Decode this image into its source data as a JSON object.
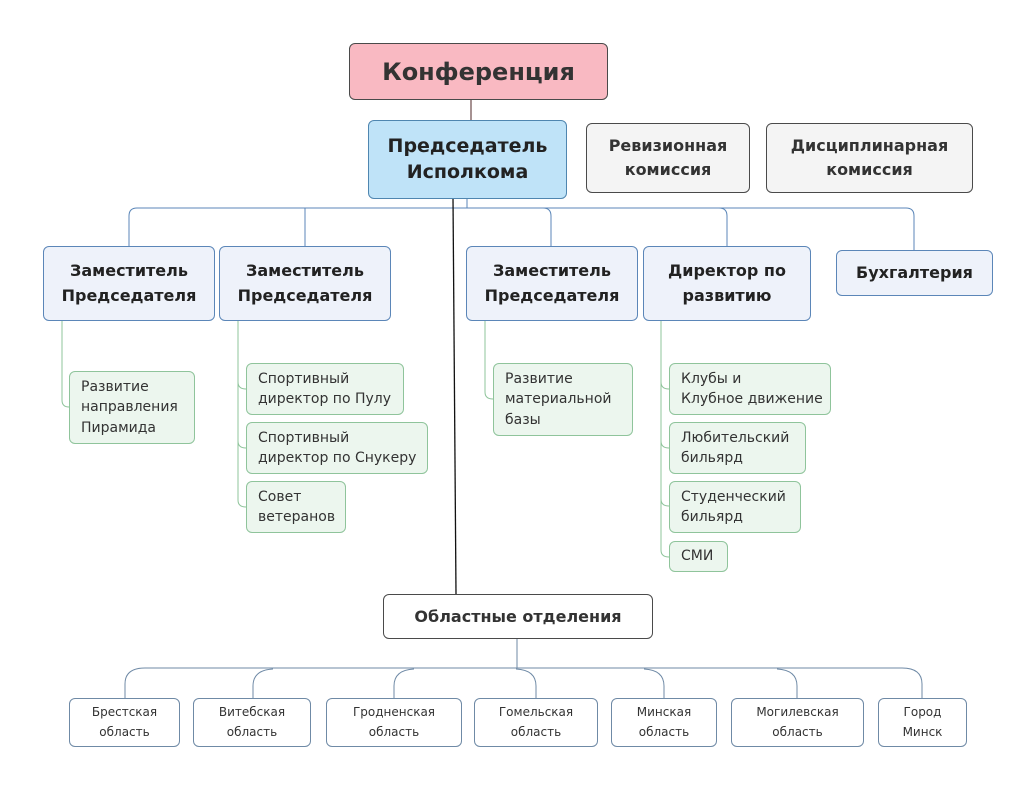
{
  "root": "Конференция",
  "chair": "Председатель\nИсполкома",
  "commissions": [
    "Ревизионная\nкомиссия",
    "Дисциплинарная\nкомиссия"
  ],
  "departments": [
    {
      "label": "Заместитель\nПредседателя",
      "children": [
        "Развитие\nнаправления\nПирамида"
      ]
    },
    {
      "label": "Заместитель\nПредседателя",
      "children": [
        "Спортивный\n директор по Пулу",
        "Спортивный\n директор по Снукеру",
        "Совет\nветеранов"
      ]
    },
    {
      "label": "Заместитель\nПредседателя",
      "children": [
        "Развитие\nматериальной\nбазы"
      ]
    },
    {
      "label": "Директор по\nразвитию",
      "children": [
        "Клубы и\nКлубное движение",
        "Любительский\nбильярд",
        "Студенческий\nбильярд",
        "СМИ"
      ]
    },
    {
      "label": "Бухгалтерия",
      "children": []
    }
  ],
  "regional": {
    "label": "Областные отделения",
    "regions": [
      "Брестская\nобласть",
      "Витебская\nобласть",
      "Гродненская\nобласть",
      "Гомельская\nобласть",
      "Минская\nобласть",
      "Могилевская\nобласть",
      "Город\nМинск"
    ]
  }
}
